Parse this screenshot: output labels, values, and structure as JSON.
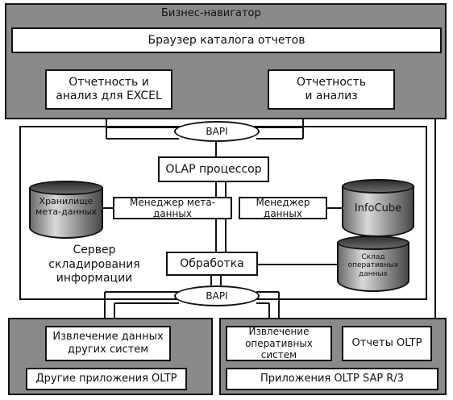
{
  "navigator": {
    "title": "Бизнес-навигатор",
    "catalog_browser": "Браузер каталога отчетов",
    "excel_reporting": "Отчетность и\nанализ для EXCEL",
    "reporting": "Отчетность\nи анализ"
  },
  "bapi_top": "BAPI",
  "bapi_bottom": "BAPI",
  "server": {
    "label": "Сервер складирования\nинформации",
    "olap": "OLAP процессор",
    "metadata_manager": "Менеджер мета-данных",
    "data_manager": "Менеджер данных",
    "processing": "Обработка",
    "metadata_store": "Хранилище\nмета-данных",
    "infocube": "InfoCube",
    "ods": "Склад оперативных\nданных"
  },
  "left_bottom": {
    "extract_other": "Извлечение данных\nдругих систем",
    "other_oltp": "Другие приложения OLTP"
  },
  "right_bottom": {
    "extract_operational": "Извлечение\nоперативных систем",
    "oltp_reports": "Отчеты OLTP",
    "sap_oltp": "Приложения OLTP SAP R/3"
  },
  "colors": {
    "panel": "#8a8a8a",
    "line": "#111111",
    "box": "#ffffff"
  }
}
